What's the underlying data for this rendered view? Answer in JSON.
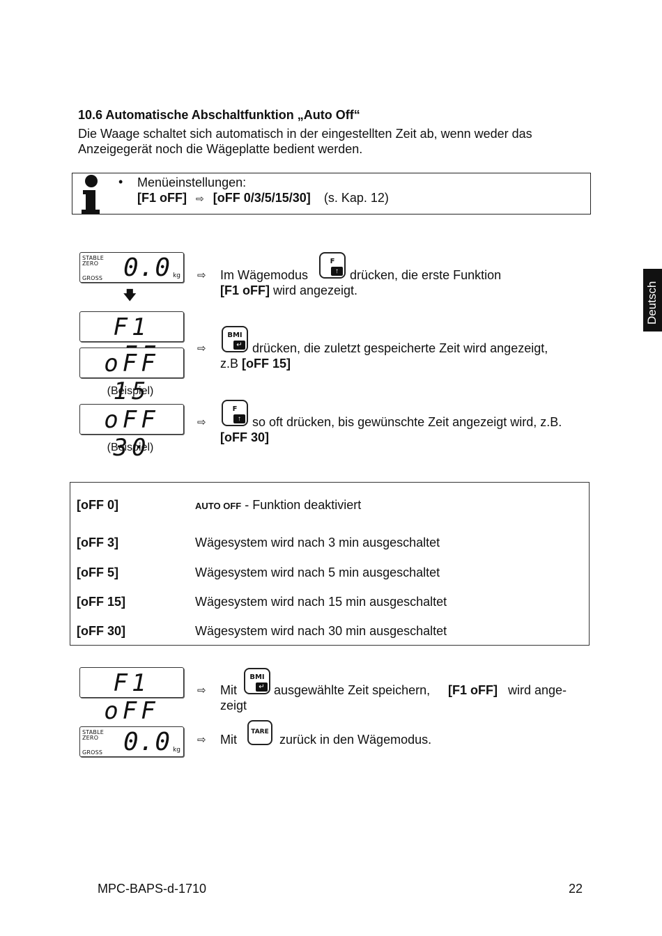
{
  "section": {
    "title": "10.6 Automatische Abschaltfunktion „Auto Off“",
    "intro": "Die Waage schaltet sich automatisch in der eingestellten Zeit ab, wenn weder das Anzeigegerät noch die Wägeplatte bedient werden."
  },
  "info": {
    "bullet": "•",
    "line1": "Menüeinstellungen:",
    "menu_from": "[F1 oFF]",
    "arrow": "⇨",
    "menu_to": "[oFF 0/3/5/15/30]",
    "ref": "(s. Kap. 12)"
  },
  "displays": {
    "stable": "STABLE",
    "zero": "ZERO",
    "gross": "GROSS",
    "weight": "0.0",
    "unit": "kg",
    "f1off": "F1 oFF",
    "off15": "oFF 15",
    "off30": "oFF 30"
  },
  "keys": {
    "f": "F",
    "bmi": "BMI",
    "tare": "TARE",
    "up_sym": "↑",
    "enter_sym": "↵"
  },
  "steps": {
    "arrow": "⇨",
    "down_arrow": "🡇",
    "s1_a": "Im Wägemodus",
    "s1_b": "drücken, die erste Funktion",
    "s1_c_bold": "[F1 oFF]",
    "s1_c": " wird angezeigt.",
    "s2_a": "drücken, die zuletzt gespeicherte Zeit wird angezeigt,",
    "s2_b": "z.B  ",
    "s2_b_bold": "[oFF 15]",
    "s3_a": "so oft drücken, bis gewünschte Zeit angezeigt wird, z.B.",
    "s3_b_bold": "[oFF 30]",
    "example": "(Beispiel)",
    "s4_mit": "Mit",
    "s4_a": "ausgewählte Zeit speichern,",
    "s4_bold": "[F1 oFF]",
    "s4_b": "wird ange-",
    "s4_c": "zeigt",
    "s5_mit": "Mit",
    "s5_a": "zurück in den Wägemodus."
  },
  "table": {
    "rows": [
      {
        "key": "[oFF 0]",
        "caps": "AUTO OFF",
        "value": " - Funktion deaktiviert"
      },
      {
        "key": "[oFF 3]",
        "value": "Wägesystem wird nach 3 min ausgeschaltet"
      },
      {
        "key": "[oFF 5]",
        "value": "Wägesystem wird nach 5 min ausgeschaltet"
      },
      {
        "key": "[oFF 15]",
        "value": "Wägesystem wird nach 15 min ausgeschaltet"
      },
      {
        "key": "[oFF 30]",
        "value": "Wägesystem wird nach 30 min ausgeschaltet"
      }
    ]
  },
  "side_tab": "Deutsch",
  "footer": {
    "doc_id": "MPC-BAPS-d-1710",
    "page": "22"
  }
}
